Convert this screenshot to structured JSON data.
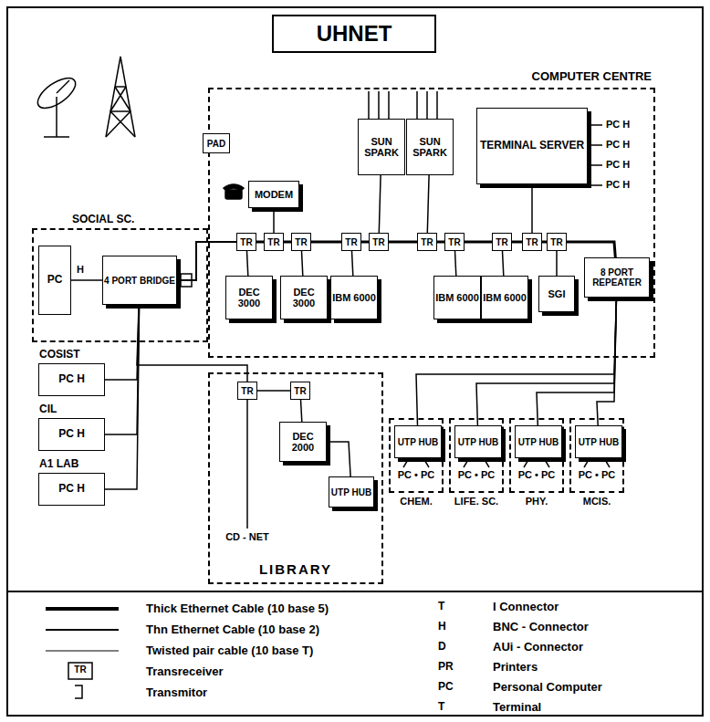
{
  "diagram": {
    "title": "UHNET",
    "nodes": [
      {
        "text": [
          "COMPUTER CENTRE"
        ]
      },
      {
        "text": [
          "PAD"
        ],
        "in": 0
      },
      {
        "text": [
          "MODEM"
        ],
        "in": 0
      },
      {
        "text": [
          "SUN SPARK"
        ],
        "in": 0
      },
      {
        "text": [
          "SUN SPARK"
        ],
        "in": 0
      },
      {
        "text": [
          "TERMINAL SERVER"
        ],
        "in": 0
      },
      {
        "text": [
          "TR"
        ],
        "in": 0
      },
      {
        "text": [
          "TR"
        ],
        "in": 0
      },
      {
        "text": [
          "TR"
        ],
        "in": 0
      },
      {
        "text": [
          "TR"
        ],
        "in": 0
      },
      {
        "text": [
          "TR"
        ],
        "in": 0
      },
      {
        "text": [
          "TR"
        ],
        "in": 0
      },
      {
        "text": [
          "TR"
        ],
        "in": 0
      },
      {
        "text": [
          "TR"
        ],
        "in": 0
      },
      {
        "text": [
          "TR"
        ],
        "in": 0
      },
      {
        "text": [
          "TR"
        ],
        "in": 0
      },
      {
        "text": [
          "DEC 3000"
        ],
        "in": 0
      },
      {
        "text": [
          "DEC 3000"
        ],
        "in": 0
      },
      {
        "text": [
          "IBM 6000"
        ],
        "in": 0
      },
      {
        "text": [
          "IBM 6000"
        ],
        "in": 0
      },
      {
        "text": [
          "IBM 6000"
        ],
        "in": 0
      },
      {
        "text": [
          "SGI"
        ],
        "in": 0
      },
      {
        "text": [
          "8 PORT REPEATER"
        ],
        "in": 0
      },
      {
        "text": [
          "SOCIAL SC."
        ]
      },
      {
        "text": [
          "PC"
        ],
        "in": 23
      },
      {
        "text": [
          "4 PORT BRIDGE"
        ],
        "in": 23
      },
      {
        "text": [
          "COSIST",
          "PC H"
        ]
      },
      {
        "text": [
          "CIL",
          "PC H"
        ]
      },
      {
        "text": [
          "A1 LAB",
          "PC H"
        ]
      },
      {
        "text": [
          "LIBRARY"
        ]
      },
      {
        "text": [
          "TR"
        ],
        "in": 29
      },
      {
        "text": [
          "TR"
        ],
        "in": 29
      },
      {
        "text": [
          "DEC 2000"
        ],
        "in": 29
      },
      {
        "text": [
          "UTP HUB"
        ],
        "in": 29
      },
      {
        "text": [
          "CHEM."
        ]
      },
      {
        "text": [
          "UTP HUB"
        ],
        "in": 34
      },
      {
        "text": [
          "LIFE. SC."
        ]
      },
      {
        "text": [
          "UTP HUB"
        ],
        "in": 36
      },
      {
        "text": [
          "PHY."
        ]
      },
      {
        "text": [
          "UTP HUB"
        ],
        "in": 38
      },
      {
        "text": [
          "MCIS."
        ]
      },
      {
        "text": [
          "UTP HUB"
        ],
        "in": 40
      }
    ],
    "edges": [
      {
        "from": 6,
        "to": 7,
        "arrow": "none"
      },
      {
        "from": 7,
        "to": 8,
        "arrow": "none"
      },
      {
        "from": 8,
        "to": 9,
        "arrow": "none"
      },
      {
        "from": 9,
        "to": 10,
        "arrow": "none"
      },
      {
        "from": 10,
        "to": 11,
        "arrow": "none"
      },
      {
        "from": 11,
        "to": 12,
        "arrow": "none"
      },
      {
        "from": 12,
        "to": 13,
        "arrow": "none"
      },
      {
        "from": 13,
        "to": 14,
        "arrow": "none"
      },
      {
        "from": 14,
        "to": 15,
        "arrow": "none"
      },
      {
        "from": 6,
        "to": 16,
        "arrow": "none"
      },
      {
        "from": 7,
        "to": 2,
        "arrow": "none"
      },
      {
        "from": 8,
        "to": 17,
        "arrow": "none"
      },
      {
        "from": 9,
        "to": 18,
        "arrow": "none"
      },
      {
        "from": 10,
        "to": 3,
        "arrow": "none"
      },
      {
        "from": 11,
        "to": 4,
        "arrow": "none"
      },
      {
        "from": 12,
        "to": 19,
        "arrow": "none"
      },
      {
        "from": 13,
        "to": 20,
        "arrow": "none"
      },
      {
        "from": 14,
        "to": 5,
        "arrow": "none"
      },
      {
        "from": 15,
        "to": 21,
        "arrow": "none"
      },
      {
        "from": 15,
        "to": 22,
        "arrow": "none"
      },
      {
        "from": 6,
        "to": 25,
        "arrow": "none"
      },
      {
        "from": 24,
        "to": 25,
        "arrow": "none"
      },
      {
        "from": 25,
        "to": 26,
        "arrow": "none"
      },
      {
        "from": 25,
        "to": 27,
        "arrow": "none"
      },
      {
        "from": 25,
        "to": 28,
        "arrow": "none"
      },
      {
        "from": 25,
        "to": 30,
        "arrow": "none"
      },
      {
        "from": 30,
        "to": 31,
        "arrow": "none"
      },
      {
        "from": 31,
        "to": 32,
        "arrow": "none"
      },
      {
        "from": 32,
        "to": 33,
        "arrow": "none"
      },
      {
        "from": 22,
        "to": 35,
        "arrow": "none"
      },
      {
        "from": 22,
        "to": 37,
        "arrow": "none"
      },
      {
        "from": 22,
        "to": 39,
        "arrow": "none"
      },
      {
        "from": 22,
        "to": 41,
        "arrow": "none"
      }
    ],
    "labels": [
      "H",
      "PC H",
      "PC H",
      "PC H",
      "PC H",
      "CD - NET",
      "PC • PC",
      "PC • PC",
      "PC • PC",
      "PC • PC",
      "TR",
      "T",
      "H",
      "D",
      "PR",
      "PC",
      "T"
    ],
    "legend": [
      {
        "text": "Thick Ethernet Cable (10 base 5)"
      },
      {
        "text": "Thn Ethernet Cable (10 base 2)"
      },
      {
        "text": "Twisted pair cable (10 base T)"
      },
      {
        "text": "Transreceiver"
      },
      {
        "text": "Transmitor"
      },
      {
        "text": "I Connector"
      },
      {
        "text": "BNC - Connector"
      },
      {
        "text": "AUi - Connector"
      },
      {
        "text": "Printers"
      },
      {
        "text": "Personal Computer"
      },
      {
        "text": "Terminal"
      }
    ]
  }
}
